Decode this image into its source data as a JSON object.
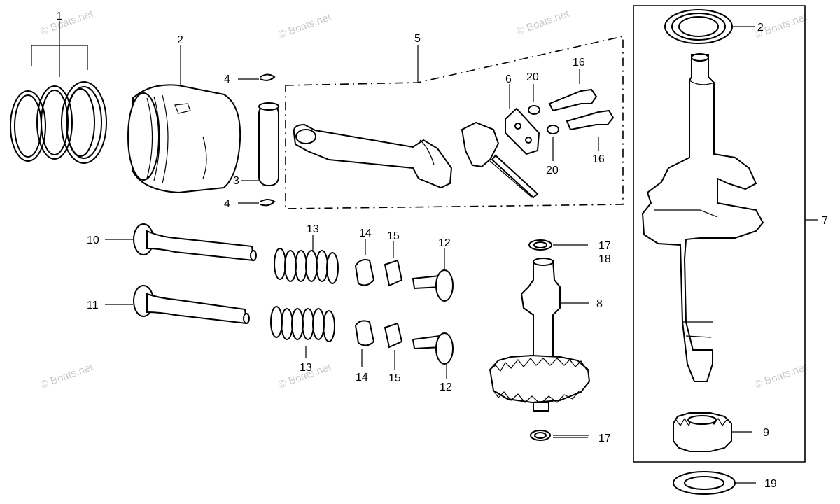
{
  "watermark_text": "© Boats.net",
  "part_labels": [
    {
      "id": "label-1",
      "text": "1"
    },
    {
      "id": "label-2",
      "text": "2"
    },
    {
      "id": "label-3",
      "text": "3"
    },
    {
      "id": "label-4-top",
      "text": "4"
    },
    {
      "id": "label-4-bottom",
      "text": "4"
    },
    {
      "id": "label-5",
      "text": "5"
    },
    {
      "id": "label-6",
      "text": "6"
    },
    {
      "id": "label-7",
      "text": "7"
    },
    {
      "id": "label-8",
      "text": "8"
    },
    {
      "id": "label-9",
      "text": "9"
    },
    {
      "id": "label-10",
      "text": "10"
    },
    {
      "id": "label-11",
      "text": "11"
    },
    {
      "id": "label-12-top",
      "text": "12"
    },
    {
      "id": "label-12-bottom",
      "text": "12"
    },
    {
      "id": "label-13-top",
      "text": "13"
    },
    {
      "id": "label-13-bottom",
      "text": "13"
    },
    {
      "id": "label-14-top",
      "text": "14"
    },
    {
      "id": "label-14-bottom",
      "text": "14"
    },
    {
      "id": "label-15-top",
      "text": "15"
    },
    {
      "id": "label-15-bottom",
      "text": "15"
    },
    {
      "id": "label-16-top",
      "text": "16"
    },
    {
      "id": "label-16-bottom",
      "text": "16"
    },
    {
      "id": "label-17-top",
      "text": "17"
    },
    {
      "id": "label-17-bottom",
      "text": "17"
    },
    {
      "id": "label-18",
      "text": "18"
    },
    {
      "id": "label-19",
      "text": "19"
    },
    {
      "id": "label-20-top",
      "text": "20"
    },
    {
      "id": "label-20-bottom",
      "text": "20"
    },
    {
      "id": "label-2-bearing",
      "text": "2"
    }
  ],
  "labels": {
    "l1": "1",
    "l2": "2",
    "l3": "3",
    "l4a": "4",
    "l4b": "4",
    "l5": "5",
    "l6": "6",
    "l7": "7",
    "l8": "8",
    "l9": "9",
    "l10": "10",
    "l11": "11",
    "l12a": "12",
    "l12b": "12",
    "l13a": "13",
    "l13b": "13",
    "l14a": "14",
    "l14b": "14",
    "l15a": "15",
    "l15b": "15",
    "l16a": "16",
    "l16b": "16",
    "l17a": "17",
    "l17b": "17",
    "l18": "18",
    "l19": "19",
    "l20a": "20",
    "l20b": "20",
    "l2b": "2"
  },
  "colors": {
    "line": "#000000",
    "background": "#ffffff",
    "watermark": "#c9c9c9"
  }
}
